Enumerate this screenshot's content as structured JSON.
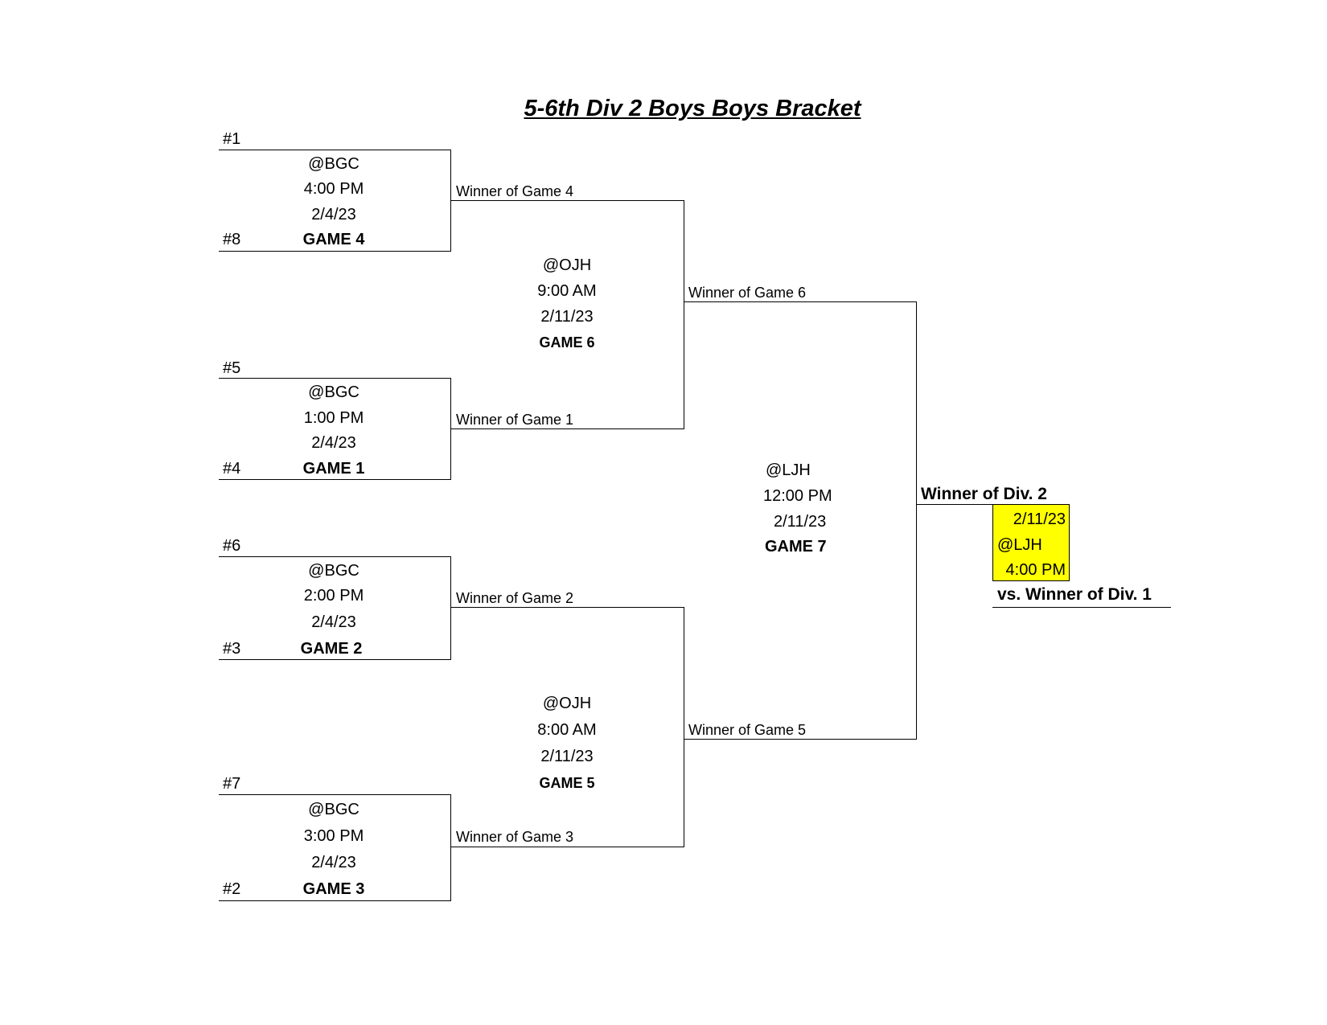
{
  "title": "5-6th Div 2 Boys Boys Bracket",
  "seeds": {
    "s1": "#1",
    "s8": "#8",
    "s5": "#5",
    "s4": "#4",
    "s6": "#6",
    "s3": "#3",
    "s7": "#7",
    "s2": "#2"
  },
  "games": {
    "g4": {
      "location": "@BGC",
      "time": "4:00 PM",
      "date": "2/4/23",
      "label": "GAME 4"
    },
    "g1": {
      "location": "@BGC",
      "time": "1:00 PM",
      "date": "2/4/23",
      "label": "GAME 1"
    },
    "g2": {
      "location": "@BGC",
      "time": "2:00 PM",
      "date": "2/4/23",
      "label": "GAME 2"
    },
    "g3": {
      "location": "@BGC",
      "time": "3:00 PM",
      "date": "2/4/23",
      "label": "GAME 3"
    },
    "g6": {
      "location": "@OJH",
      "time": "9:00 AM",
      "date": "2/11/23",
      "label": "GAME 6"
    },
    "g5": {
      "location": "@OJH",
      "time": "8:00 AM",
      "date": "2/11/23",
      "label": "GAME 5"
    },
    "g7": {
      "location": "@LJH",
      "time": "12:00 PM",
      "date": "2/11/23",
      "label": "GAME 7"
    }
  },
  "winner_labels": {
    "w4": "Winner of Game 4",
    "w1": "Winner of Game 1",
    "w2": "Winner of Game 2",
    "w3": "Winner of Game 3",
    "w6": "Winner of Game 6",
    "w5": "Winner of Game 5"
  },
  "final": {
    "winner_div2": "Winner of Div. 2",
    "date": "2/11/23",
    "location": "@LJH",
    "time": "4:00 PM",
    "opponent": "vs. Winner of Div. 1",
    "highlight_color": "#ffff00"
  }
}
